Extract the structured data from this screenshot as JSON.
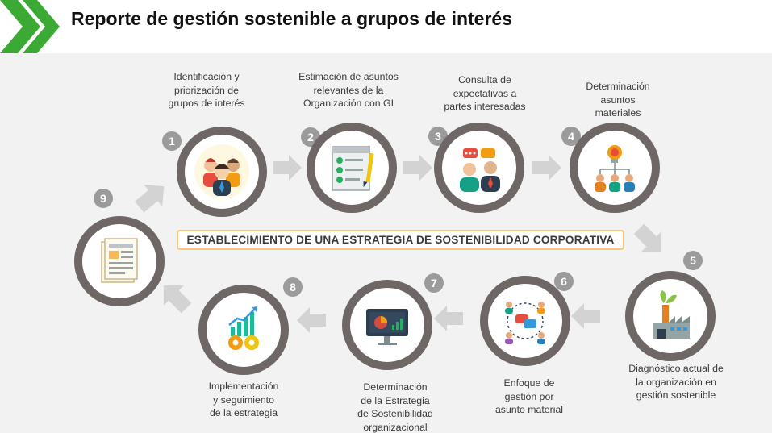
{
  "header": {
    "title": "Reporte de gestión sostenible a grupos de interés"
  },
  "center_label": "ESTABLECIMIENTO DE UNA ESTRATEGIA DE SOSTENIBILIDAD CORPORATIVA",
  "colors": {
    "circle_border": "#6e6765",
    "accent_green": "#3aaa35",
    "accent_orange": "#f5c77e",
    "number_badge": "#9b9b9b",
    "arrow": "#d3d3d3"
  },
  "steps": [
    {
      "number": "1",
      "label_lines": [
        "Identificación y",
        "priorización de",
        "grupos de interés"
      ],
      "icon": "people-group-icon"
    },
    {
      "number": "2",
      "label_lines": [
        "Estimación de asuntos",
        "relevantes de la",
        "Organización con GI"
      ],
      "icon": "checklist-icon"
    },
    {
      "number": "3",
      "label_lines": [
        "Consulta de",
        "expectativas a",
        "partes interesadas"
      ],
      "icon": "consultation-icon"
    },
    {
      "number": "4",
      "label_lines": [
        "Determinación",
        "asuntos",
        "materiales"
      ],
      "icon": "idea-hierarchy-icon"
    },
    {
      "number": "5",
      "label_lines": [
        "Diagnóstico actual de",
        "la organización en",
        "gestión sostenible"
      ],
      "icon": "green-factory-icon"
    },
    {
      "number": "6",
      "label_lines": [
        "Enfoque de",
        "gestión por",
        "asunto material"
      ],
      "icon": "network-discussion-icon"
    },
    {
      "number": "7",
      "label_lines": [
        "Determinación",
        "de la Estrategia",
        "de Sostenibilidad",
        "organizacional"
      ],
      "icon": "monitor-dashboard-icon"
    },
    {
      "number": "8",
      "label_lines": [
        "Implementación",
        "y seguimiento",
        "de la estrategia"
      ],
      "icon": "gears-growth-icon"
    },
    {
      "number": "9",
      "label_lines": [],
      "icon": "report-document-icon"
    }
  ]
}
